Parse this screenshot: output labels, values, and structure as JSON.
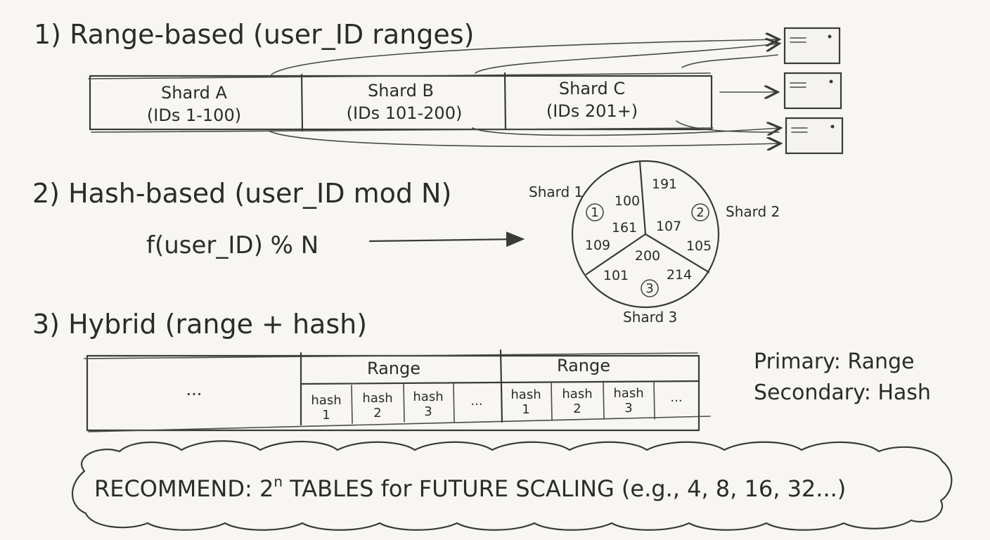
{
  "section1": {
    "heading": "1) Range-based (user_ID ranges)",
    "shards": [
      {
        "name": "Shard A",
        "range": "(IDs 1-100)"
      },
      {
        "name": "Shard B",
        "range": "(IDs 101-200)"
      },
      {
        "name": "Shard C",
        "range": "(IDs 201+)"
      }
    ],
    "server_count": 3
  },
  "section2": {
    "heading": "2) Hash-based (user_ID mod N)",
    "formula": "f(user_ID) % N",
    "shard_labels": [
      "Shard 1",
      "Shard 2",
      "Shard 3"
    ],
    "markers": [
      "1",
      "2",
      "3"
    ],
    "sector1_values": [
      "100",
      "161",
      "109"
    ],
    "sector2_values": [
      "191",
      "107",
      "105"
    ],
    "sector3_values": [
      "200",
      "101",
      "214"
    ]
  },
  "section3": {
    "heading": "3) Hybrid (range + hash)",
    "first_cell": "...",
    "groups": [
      {
        "label": "Range",
        "subcells": [
          {
            "line1": "hash",
            "line2": "1"
          },
          {
            "line1": "hash",
            "line2": "2"
          },
          {
            "line1": "hash",
            "line2": "3"
          },
          {
            "line1": "...",
            "line2": ""
          }
        ]
      },
      {
        "label": "Range",
        "subcells": [
          {
            "line1": "hash",
            "line2": "1"
          },
          {
            "line1": "hash",
            "line2": "2"
          },
          {
            "line1": "hash",
            "line2": "3"
          },
          {
            "line1": "...",
            "line2": ""
          }
        ]
      }
    ],
    "primary": "Primary: Range",
    "secondary": "Secondary: Hash"
  },
  "recommendation": {
    "prefix": "RECOMMEND: 2",
    "exponent": "n",
    "suffix": " TABLES for FUTURE SCALING (e.g., 4, 8, 16, 32...)"
  }
}
